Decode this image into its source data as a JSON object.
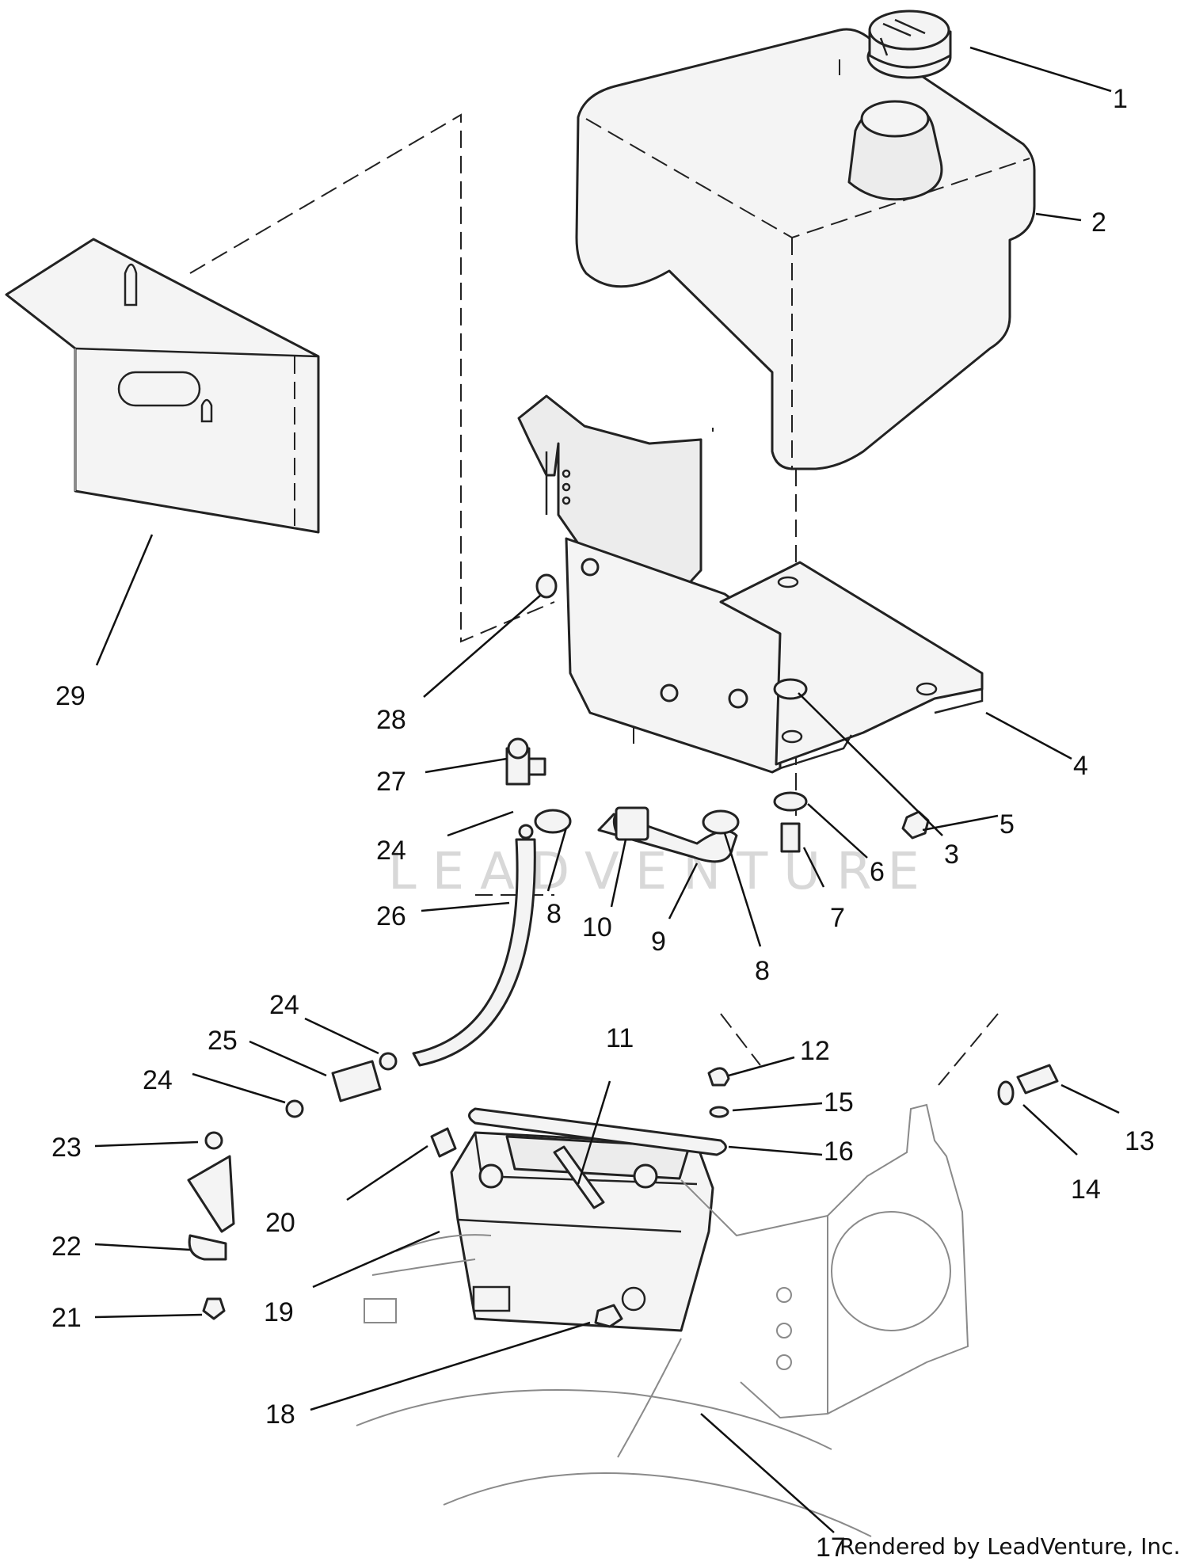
{
  "diagram": {
    "callouts": [
      {
        "id": "c1",
        "label": "1"
      },
      {
        "id": "c2",
        "label": "2"
      },
      {
        "id": "c3",
        "label": "3"
      },
      {
        "id": "c4",
        "label": "4"
      },
      {
        "id": "c5",
        "label": "5"
      },
      {
        "id": "c6",
        "label": "6"
      },
      {
        "id": "c7",
        "label": "7"
      },
      {
        "id": "c8a",
        "label": "8"
      },
      {
        "id": "c8b",
        "label": "8"
      },
      {
        "id": "c9",
        "label": "9"
      },
      {
        "id": "c10",
        "label": "10"
      },
      {
        "id": "c11",
        "label": "11"
      },
      {
        "id": "c12",
        "label": "12"
      },
      {
        "id": "c13",
        "label": "13"
      },
      {
        "id": "c14",
        "label": "14"
      },
      {
        "id": "c15",
        "label": "15"
      },
      {
        "id": "c16",
        "label": "16"
      },
      {
        "id": "c17",
        "label": "17"
      },
      {
        "id": "c18",
        "label": "18"
      },
      {
        "id": "c19",
        "label": "19"
      },
      {
        "id": "c20",
        "label": "20"
      },
      {
        "id": "c21",
        "label": "21"
      },
      {
        "id": "c22",
        "label": "22"
      },
      {
        "id": "c23",
        "label": "23"
      },
      {
        "id": "c24a",
        "label": "24"
      },
      {
        "id": "c24b",
        "label": "24"
      },
      {
        "id": "c24c",
        "label": "24"
      },
      {
        "id": "c25",
        "label": "25"
      },
      {
        "id": "c26",
        "label": "26"
      },
      {
        "id": "c27",
        "label": "27"
      },
      {
        "id": "c28",
        "label": "28"
      },
      {
        "id": "c29",
        "label": "29"
      }
    ],
    "credit": "Rendered by LeadVenture, Inc.",
    "watermark": "LEADVENTURE"
  }
}
